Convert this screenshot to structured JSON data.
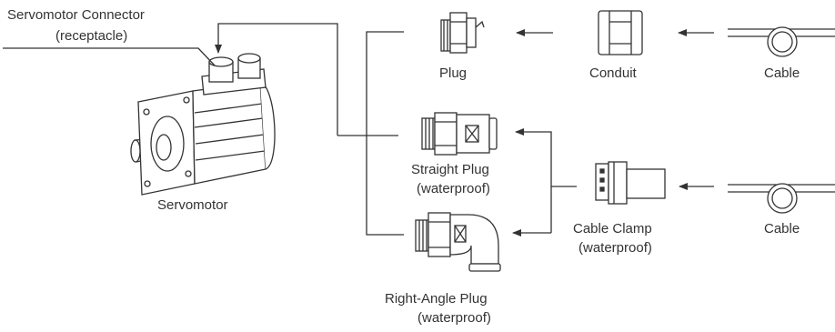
{
  "diagram": {
    "labels": {
      "servomotor_connector": "Servomotor Connector",
      "receptacle": "(receptacle)",
      "servomotor": "Servomotor",
      "plug": "Plug",
      "conduit": "Conduit",
      "cable_top": "Cable",
      "straight_plug": "Straight Plug",
      "straight_plug_sub": "(waterproof)",
      "right_angle_plug": "Right-Angle Plug",
      "right_angle_plug_sub": "(waterproof)",
      "cable_clamp": "Cable Clamp",
      "cable_clamp_sub": "(waterproof)",
      "cable_bottom": "Cable"
    },
    "colors": {
      "line": "#333333",
      "fill": "#ffffff",
      "light_fill": "#f2f2f2",
      "dark_fill": "#555555"
    }
  }
}
